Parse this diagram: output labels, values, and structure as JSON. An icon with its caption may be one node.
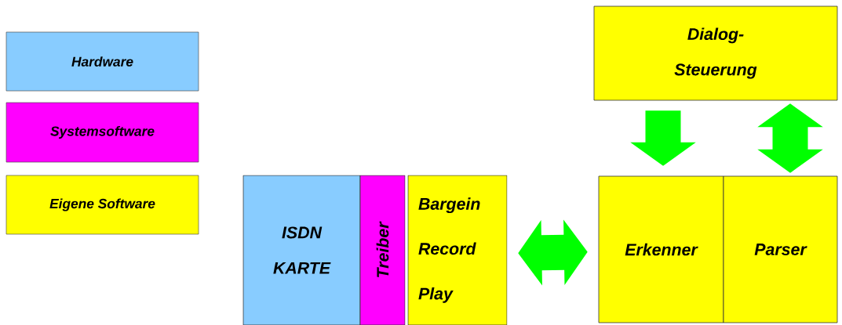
{
  "diagram": {
    "nodes": [
      {
        "text": [
          "Dialog- Steuerung"
        ]
      },
      {
        "text": [
          "ISDN KARTE"
        ]
      },
      {
        "text": [
          "Treiber"
        ]
      },
      {
        "text": [
          "Bargein Record Play"
        ]
      },
      {
        "text": [
          "Erkenner"
        ]
      },
      {
        "text": [
          "Parser"
        ]
      }
    ],
    "edges": [
      {
        "from": 0,
        "to": 4,
        "arrow": "to"
      },
      {
        "from": 0,
        "to": 5,
        "arrow": "both"
      },
      {
        "from": 3,
        "to": 4,
        "arrow": "both"
      }
    ],
    "legend": [
      {
        "text": "Hardware",
        "color": "#88ccff"
      },
      {
        "text": "Systemsoftware",
        "color": "#ff00ff"
      },
      {
        "text": "Eigene Software",
        "color": "#ffff00"
      }
    ]
  }
}
